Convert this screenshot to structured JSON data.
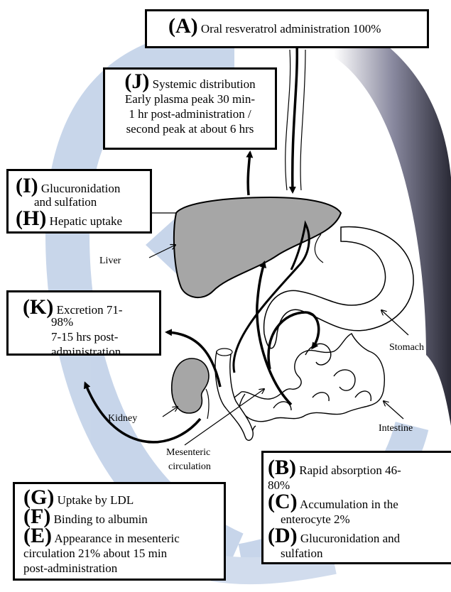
{
  "boxes": {
    "A": {
      "letter": "(A)",
      "text": "Oral resveratrol administration 100%"
    },
    "J": {
      "letter": "(J)",
      "text": "Systemic distribution",
      "line2": "Early plasma peak 30 min-",
      "line3": "1 hr post-administration /",
      "line4": "second peak at about 6 hrs"
    },
    "I": {
      "letter": "(I)",
      "text": "Glucuronidation",
      "line2": "and sulfation"
    },
    "H": {
      "letter": "(H)",
      "text": "Hepatic uptake"
    },
    "K": {
      "letter": "(K)",
      "text": "Excretion 71-",
      "line2": "98%",
      "line3": "7-15 hrs post-",
      "line4": "administration"
    },
    "B": {
      "letter": "(B)",
      "text": "Rapid absorption 46-",
      "line2": "80%"
    },
    "C": {
      "letter": "(C)",
      "text": "Accumulation in the",
      "line2": "enterocyte 2%"
    },
    "D": {
      "letter": "(D)",
      "text": "Glucuronidation and",
      "line2": "sulfation"
    },
    "G": {
      "letter": "(G)",
      "text": "Uptake by LDL"
    },
    "F": {
      "letter": "(F)",
      "text": "Binding to albumin"
    },
    "E": {
      "letter": "(E)",
      "text": "Appearance in mesenteric",
      "line2": "circulation 21% about 15 min",
      "line3": "post-administration"
    }
  },
  "organs": {
    "liver": "Liver",
    "stomach": "Stomach",
    "intestine": "Intestine",
    "kidney": "Kidney",
    "mesenteric": "Mesenteric",
    "mesenteric2": "circulation"
  },
  "colors": {
    "cycle_arrow": "#a9bedd",
    "dark_band": "#3a3a48",
    "organ_fill": "#a6a6a6"
  }
}
